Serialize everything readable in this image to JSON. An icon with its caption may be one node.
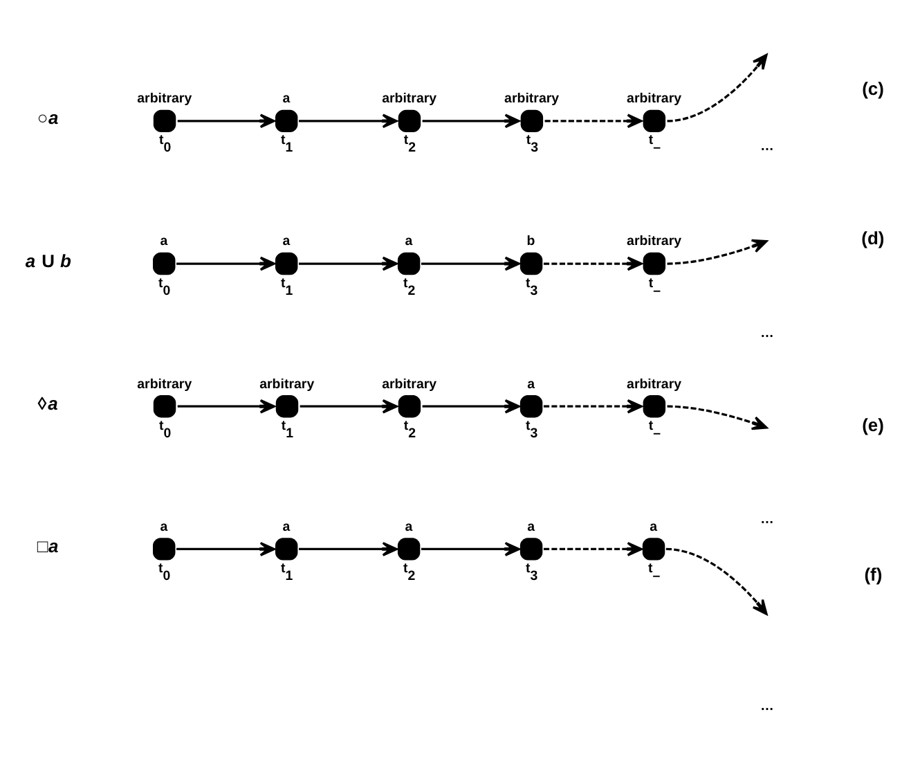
{
  "diagram": {
    "nodes": [
      {
        "text": [],
        "shape": "circle",
        "beside": [
          "arbitrary",
          "t$_{0}$"
        ]
      },
      {
        "text": [],
        "shape": "circle",
        "beside": [
          "a",
          "t$_{1}$"
        ]
      },
      {
        "text": [],
        "shape": "circle",
        "beside": [
          "arbitrary",
          "t$_{2}$"
        ]
      },
      {
        "text": [],
        "shape": "circle",
        "beside": [
          "arbitrary",
          "t$_{3}$"
        ]
      },
      {
        "text": [],
        "shape": "circle",
        "beside": [
          "arbitrary",
          "t$_{–}$"
        ]
      },
      {
        "text": [],
        "shape": "circle",
        "beside": [
          "a",
          "t$_{0}$"
        ]
      },
      {
        "text": [],
        "shape": "circle",
        "beside": [
          "a",
          "t$_{1}$"
        ]
      },
      {
        "text": [],
        "shape": "circle",
        "beside": [
          "a",
          "t$_{2}$"
        ]
      },
      {
        "text": [],
        "shape": "circle",
        "beside": [
          "b",
          "t$_{3}$"
        ]
      },
      {
        "text": [],
        "shape": "circle",
        "beside": [
          "arbitrary",
          "t$_{–}$"
        ]
      },
      {
        "text": [],
        "shape": "circle",
        "beside": [
          "arbitrary",
          "t$_{0}$"
        ]
      },
      {
        "text": [],
        "shape": "circle",
        "beside": [
          "arbitrary",
          "t$_{1}$"
        ]
      },
      {
        "text": [],
        "shape": "circle",
        "beside": [
          "arbitrary",
          "t$_{2}$"
        ]
      },
      {
        "text": [],
        "shape": "circle",
        "beside": [
          "a",
          "t$_{3}$"
        ]
      },
      {
        "text": [],
        "shape": "circle",
        "beside": [
          "arbitrary",
          "t$_{–}$"
        ]
      },
      {
        "text": [],
        "shape": "circle",
        "beside": [
          "a",
          "t$_{0}$"
        ]
      },
      {
        "text": [],
        "shape": "circle",
        "beside": [
          "a",
          "t$_{1}$"
        ]
      },
      {
        "text": [],
        "shape": "circle",
        "beside": [
          "a",
          "t$_{2}$"
        ]
      },
      {
        "text": [],
        "shape": "circle",
        "beside": [
          "a",
          "t$_{3}$"
        ]
      },
      {
        "text": [],
        "shape": "circle",
        "beside": [
          "a",
          "t$_{–}$"
        ]
      }
    ],
    "edges": [
      {
        "from": 0,
        "to": 1,
        "arrow": "to"
      },
      {
        "from": 1,
        "to": 2,
        "arrow": "to"
      },
      {
        "from": 2,
        "to": 3,
        "arrow": "to"
      },
      {
        "from": 3,
        "to": 4,
        "arrow": "to",
        "style": "dashed"
      },
      {
        "from": 4,
        "to": null,
        "arrow": "to",
        "style": "dashed"
      },
      {
        "from": 5,
        "to": 6,
        "arrow": "to"
      },
      {
        "from": 6,
        "to": 7,
        "arrow": "to"
      },
      {
        "from": 7,
        "to": 8,
        "arrow": "to"
      },
      {
        "from": 8,
        "to": 9,
        "arrow": "to",
        "style": "dashed"
      },
      {
        "from": 9,
        "to": null,
        "arrow": "to",
        "style": "dashed"
      },
      {
        "from": 10,
        "to": 11,
        "arrow": "to"
      },
      {
        "from": 11,
        "to": 12,
        "arrow": "to"
      },
      {
        "from": 12,
        "to": 13,
        "arrow": "to"
      },
      {
        "from": 13,
        "to": 14,
        "arrow": "to",
        "style": "dashed"
      },
      {
        "from": 14,
        "to": null,
        "arrow": "to",
        "style": "dashed"
      },
      {
        "from": 15,
        "to": 16,
        "arrow": "to"
      },
      {
        "from": 16,
        "to": 17,
        "arrow": "to"
      },
      {
        "from": 17,
        "to": 18,
        "arrow": "to"
      },
      {
        "from": 18,
        "to": 19,
        "arrow": "to",
        "style": "dashed"
      },
      {
        "from": 19,
        "to": null,
        "arrow": "to",
        "style": "dashed"
      }
    ],
    "labels": [
      "(c)",
      "○*a*",
      "…",
      "(d)",
      "*a* U *b*",
      "…",
      "(e)",
      "◊*a*",
      "…",
      "(f)",
      "□*a*",
      "…"
    ]
  }
}
